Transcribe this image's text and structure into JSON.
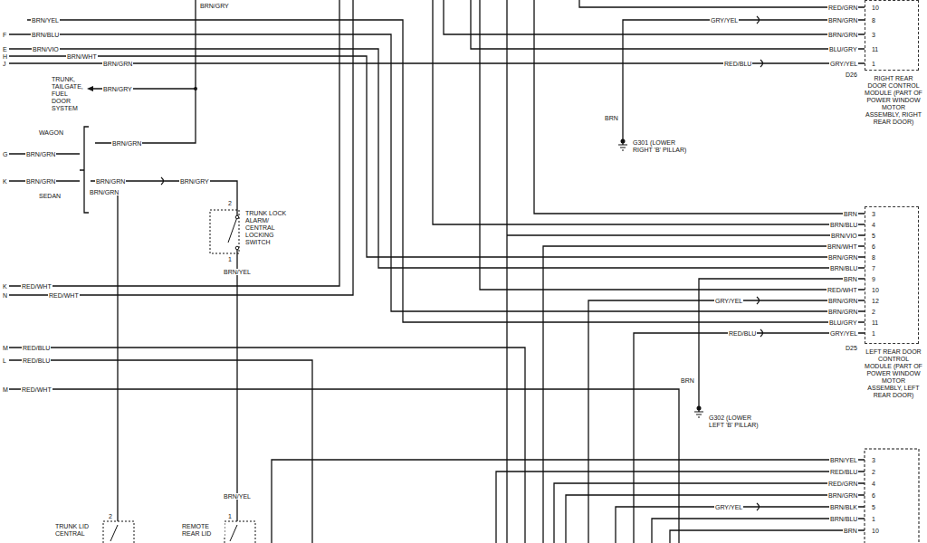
{
  "diagram": {
    "nodes": [
      {
        "text": [
          "RIGHT REAR DOOR CONTROL MODULE (PART OF POWER WINDOW MOTOR ASSEMBLY, RIGHT REAR DOOR)"
        ]
      },
      {
        "text": [
          "LEFT REAR DOOR CONTROL MODULE (PART OF POWER WINDOW MOTOR ASSEMBLY, LEFT REAR DOOR)"
        ]
      }
    ],
    "labels": [
      "BRN/GRY",
      "BRN/YEL",
      "F",
      "BRN/BLU",
      "E",
      "BRN/VIO",
      "H",
      "BRN/WHT",
      "J",
      "BRN/GRN",
      "TRUNK, TAILGATE, FUEL DOOR SYSTEM",
      "BRN/GRY",
      "WAGON",
      "BRN/GRN",
      "G",
      "BRN/GRN",
      "K",
      "BRN/GRN",
      "SEDAN",
      "BRN/GRN",
      "BRN/GRY",
      "BRN/GRN",
      "2",
      "TRUNK LOCK ALARM/ CENTRAL LOCKING SWITCH",
      "1",
      "BRN/YEL",
      "K",
      "RED/WHT",
      "N",
      "RED/WHT",
      "M",
      "RED/BLU",
      "L",
      "RED/BLU",
      "M",
      "RED/WHT",
      "BRN/YEL",
      "2",
      "TRUNK LID CENTRAL",
      "1",
      "REMOTE REAR LID",
      "BRN",
      "G301 (LOWER RIGHT 'B' PILLAR)",
      "BRN",
      "G302 (LOWER LEFT 'B' PILLAR)",
      "RED/GRN",
      "10",
      "GRY/YEL",
      "BRN/GRN",
      "8",
      "BRN/GRN",
      "3",
      "BLU/GRY",
      "11",
      "RED/BLU",
      "GRY/YEL",
      "1",
      "D26",
      "BRN",
      "3",
      "BRN/BLU",
      "4",
      "BRN/VIO",
      "5",
      "BRN/WHT",
      "6",
      "BRN/GRN",
      "8",
      "BRN/BLU",
      "7",
      "BRN",
      "9",
      "RED/WHT",
      "10",
      "GRY/YEL",
      "BRN/GRN",
      "12",
      "BRN/GRN",
      "2",
      "BLU/GRY",
      "11",
      "RED/BLU",
      "GRY/YEL",
      "1",
      "D25",
      "BRN/YEL",
      "3",
      "RED/BLU",
      "2",
      "RED/GRN",
      "4",
      "BRN/GRN",
      "6",
      "GRY/YEL",
      "BRN/BLK",
      "5",
      "BRN/BLU",
      "1",
      "BRN",
      "10"
    ]
  }
}
